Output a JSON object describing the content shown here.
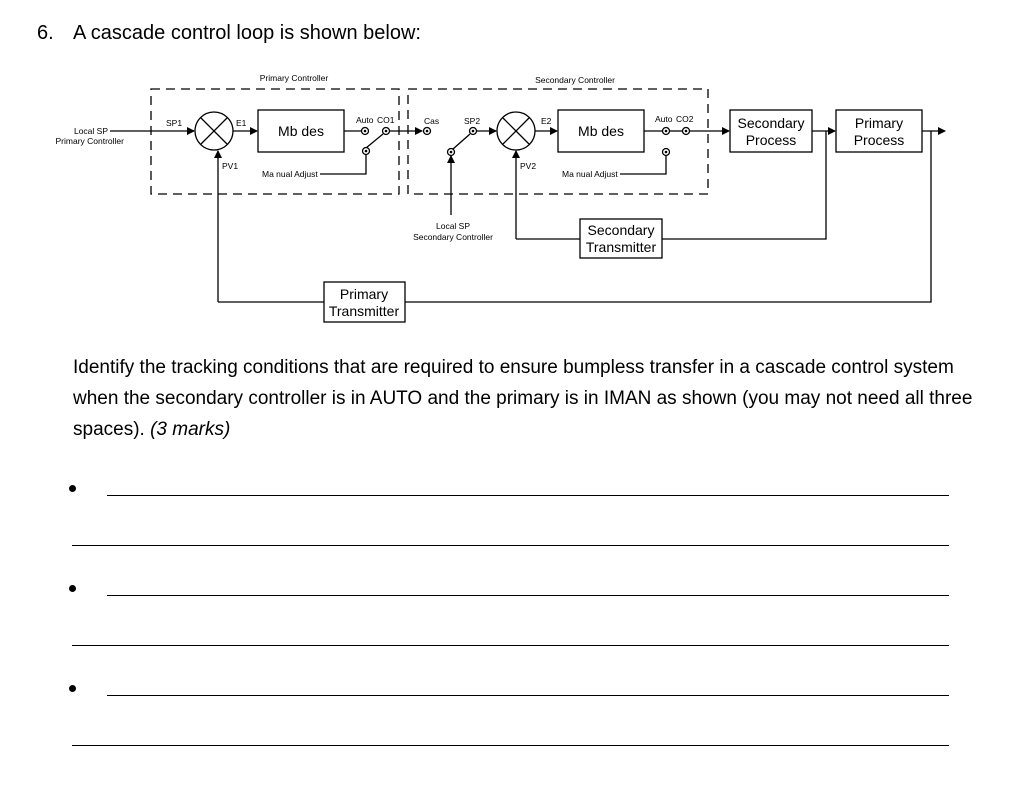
{
  "question": {
    "number": "6.",
    "title": "A cascade control loop is shown below:",
    "prompt": "Identify the tracking conditions that are required to ensure bumpless transfer in a cascade control system when the secondary controller is in AUTO and the primary is in IMAN as shown (you may not need all three spaces).",
    "marks": "(3 marks)"
  },
  "diagram": {
    "primary_controller": "Primary Controller",
    "secondary_controller": "Secondary Controller",
    "local_sp_primary": [
      "Local SP",
      "Primary Controller"
    ],
    "local_sp_secondary": [
      "Local SP",
      "Secondary Controller"
    ],
    "sp1": "SP1",
    "e1": "E1",
    "pv1": "PV1",
    "sp2": "SP2",
    "e2": "E2",
    "pv2": "PV2",
    "modes1": "Mb des",
    "modes2": "Mb des",
    "auto1": "Auto",
    "co1": "CO1",
    "auto2": "Auto",
    "co2": "CO2",
    "cas": "Cas",
    "manual_adjust1": "Ma nual Adjust",
    "manual_adjust2": "Ma nual Adjust",
    "secondary_process": [
      "Secondary",
      "Process"
    ],
    "primary_process": [
      "Primary",
      "Process"
    ],
    "secondary_transmitter": [
      "Secondary",
      "Transmitter"
    ],
    "primary_transmitter": [
      "Primary",
      "Transmitter"
    ]
  },
  "answers": {
    "count": 3,
    "values": [
      "",
      "",
      ""
    ]
  }
}
